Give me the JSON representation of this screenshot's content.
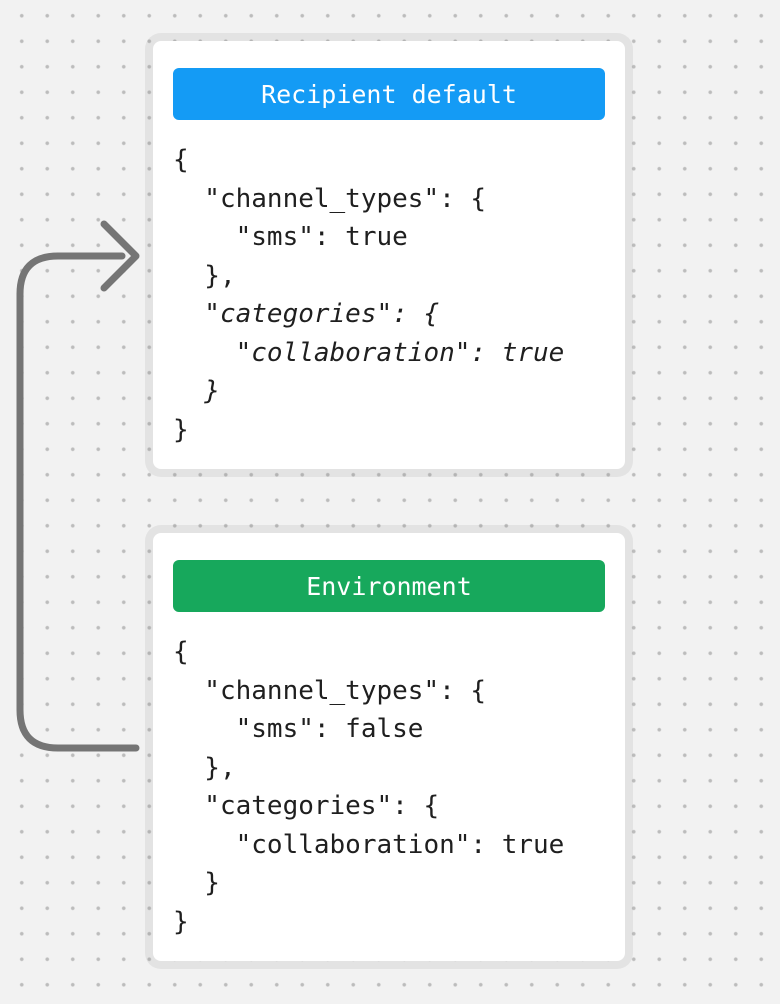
{
  "background": {
    "base": "#f2f2f2",
    "dot_color": "#bcbcbc"
  },
  "arrow": {
    "color": "#757575"
  },
  "code_color": "#1f1f1f",
  "cards": [
    {
      "title": "Recipient default",
      "accent": "#149bf5",
      "accent_text": "#ffffff",
      "code": [
        {
          "text": "{",
          "em": false
        },
        {
          "text": "  \"channel_types\": {",
          "em": false
        },
        {
          "text": "    \"sms\": true",
          "em": false
        },
        {
          "text": "  },",
          "em": false
        },
        {
          "text": "  \"categories\": {",
          "em": true
        },
        {
          "text": "    \"collaboration\": true",
          "em": true
        },
        {
          "text": "  }",
          "em": true
        },
        {
          "text": "}",
          "em": false
        }
      ]
    },
    {
      "title": "Environment",
      "accent": "#17a85c",
      "accent_text": "#ffffff",
      "code": [
        {
          "text": "{",
          "em": false
        },
        {
          "text": "  \"channel_types\": {",
          "em": false
        },
        {
          "text": "    \"sms\": false",
          "em": false
        },
        {
          "text": "  },",
          "em": false
        },
        {
          "text": "  \"categories\": {",
          "em": false
        },
        {
          "text": "    \"collaboration\": true",
          "em": false
        },
        {
          "text": "  }",
          "em": false
        },
        {
          "text": "}",
          "em": false
        }
      ]
    }
  ]
}
